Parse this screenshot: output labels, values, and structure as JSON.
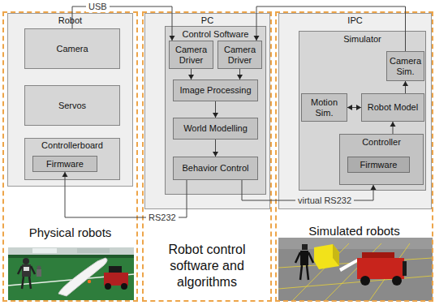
{
  "diagram": {
    "nodes": [
      {
        "text": [
          "Physical robots"
        ]
      },
      {
        "text": [
          "Robot"
        ],
        "in": 0
      },
      {
        "text": [
          "Camera"
        ],
        "in": 1
      },
      {
        "text": [
          "Servos"
        ],
        "in": 1
      },
      {
        "text": [
          "Controllerboard"
        ],
        "in": 1
      },
      {
        "text": [
          "Firmware"
        ],
        "in": 4
      },
      {
        "text": [
          "Robot control software and algorithms"
        ]
      },
      {
        "text": [
          "PC"
        ],
        "in": 6
      },
      {
        "text": [
          "Control Software"
        ],
        "in": 7
      },
      {
        "text": [
          "Camera Driver"
        ],
        "in": 8
      },
      {
        "text": [
          "Camera Driver"
        ],
        "in": 8
      },
      {
        "text": [
          "Image Processing"
        ],
        "in": 8
      },
      {
        "text": [
          "World Modelling"
        ],
        "in": 8
      },
      {
        "text": [
          "Behavior Control"
        ],
        "in": 8
      },
      {
        "text": [
          "Simulated robots"
        ]
      },
      {
        "text": [
          "IPC"
        ],
        "in": 14
      },
      {
        "text": [
          "Simulator"
        ],
        "in": 15
      },
      {
        "text": [
          "Camera Sim."
        ],
        "in": 16
      },
      {
        "text": [
          "Motion Sim."
        ],
        "in": 16
      },
      {
        "text": [
          "Robot Model"
        ],
        "in": 16
      },
      {
        "text": [
          "Controller"
        ],
        "in": 16
      },
      {
        "text": [
          "Firmware"
        ],
        "in": 20
      }
    ],
    "edges": [
      {
        "from": 2,
        "to": 9,
        "arrow": "to",
        "label": "USB"
      },
      {
        "from": 17,
        "to": 10,
        "arrow": "to"
      },
      {
        "from": 9,
        "to": 11,
        "arrow": "to"
      },
      {
        "from": 10,
        "to": 11,
        "arrow": "to"
      },
      {
        "from": 11,
        "to": 12,
        "arrow": "to"
      },
      {
        "from": 12,
        "to": 13,
        "arrow": "to"
      },
      {
        "from": 13,
        "to": 5,
        "arrow": "to",
        "label": "RS232"
      },
      {
        "from": 13,
        "to": 20,
        "arrow": "to",
        "label": "virtual RS232"
      },
      {
        "from": 18,
        "to": 19,
        "arrow": "both"
      },
      {
        "from": 20,
        "to": 19,
        "arrow": "to"
      },
      {
        "from": 19,
        "to": 17,
        "arrow": "to"
      }
    ]
  }
}
